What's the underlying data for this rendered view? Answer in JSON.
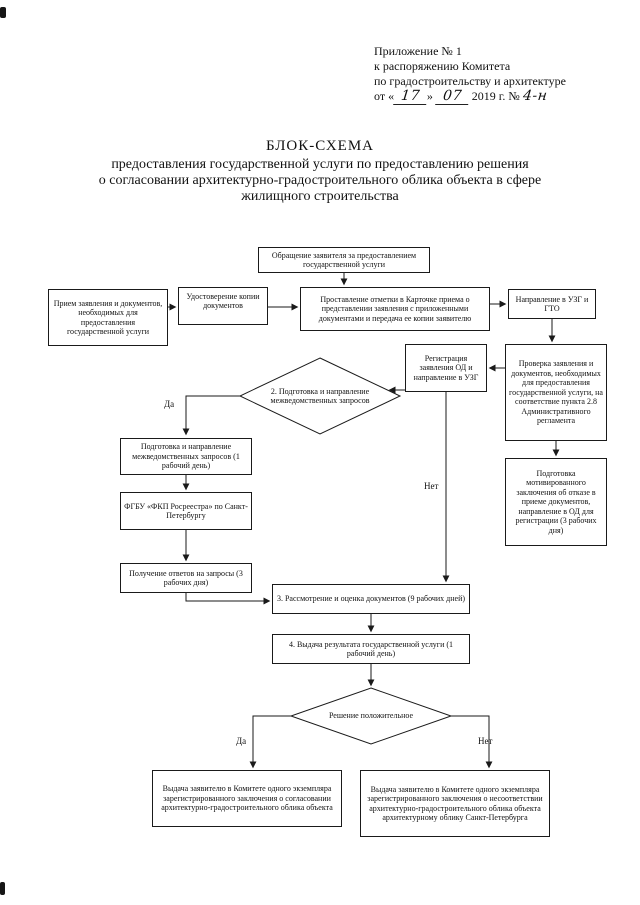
{
  "header": {
    "line1": "Приложение № 1",
    "line2": "к распоряжению Комитета",
    "line3": "по градостроительству и архитектуре",
    "reg": {
      "pre": "от «",
      "day": "17",
      "close": "»",
      "month": "07",
      "year": "2019 г. №",
      "number": "4-н"
    }
  },
  "title": {
    "line1": "БЛОК-СХЕМА",
    "line2": "предоставления государственной услуги по предоставлению решения",
    "line3": "о согласовании архитектурно-градостроительного облика объекта в сфере",
    "line4": "жилищного строительства"
  },
  "flowchart": {
    "nodes": {
      "n1": {
        "text": "Обращение заявителя за предоставлением государственной услуги"
      },
      "n2": {
        "text": "Прием заявления и документов, необходимых для предоставления государственной услуги"
      },
      "n3": {
        "text": "Удостоверение копии документов"
      },
      "n4": {
        "text": "Проставление отметки в Карточке приема о представлении заявления с приложенными документами и передача ее копии заявителю"
      },
      "n5": {
        "text": "Направление в УЗГ и ГТО"
      },
      "n6": {
        "text": "Регистрация заявления ОД и направление в УЗГ"
      },
      "n7": {
        "text": "Проверка заявления и документов, необходимых для предоставления государственной услуги, на соответствие пункта 2.8 Административного регламента"
      },
      "n8": {
        "text": "2. Подготовка и направление межведомственных запросов"
      },
      "n9": {
        "text": "Подготовка и направление межведомственных запросов (1 рабочий день)"
      },
      "n10": {
        "text": "ФГБУ «ФКП Росреестра» по Санкт-Петербургу"
      },
      "n11": {
        "text": "Получение ответов на запросы (3 рабочих дня)"
      },
      "n12": {
        "text": "Подготовка мотивированного заключения об отказе в приеме документов, направление в ОД для регистрации (3 рабочих дня)"
      },
      "n13": {
        "text": "3. Рассмотрение и оценка документов (9 рабочих дней)"
      },
      "n14": {
        "text": "4. Выдача результата государственной услуги (1 рабочий день)"
      },
      "n15": {
        "text": "Решение положительное"
      },
      "n16": {
        "text": "Выдача заявителю в Комитете одного экземпляра зарегистрированного заключения о согласовании архитектурно-градостроительного облика объекта"
      },
      "n17": {
        "text": "Выдача заявителю в Комитете одного экземпляра зарегистрированного заключения о несоответствии архитектурно-градостроительного облика объекта архитектурному облику Санкт-Петербурга"
      }
    },
    "labels": {
      "yes1": "Да",
      "no1": "Нет",
      "yes2": "Да",
      "no2": "Нет"
    }
  }
}
